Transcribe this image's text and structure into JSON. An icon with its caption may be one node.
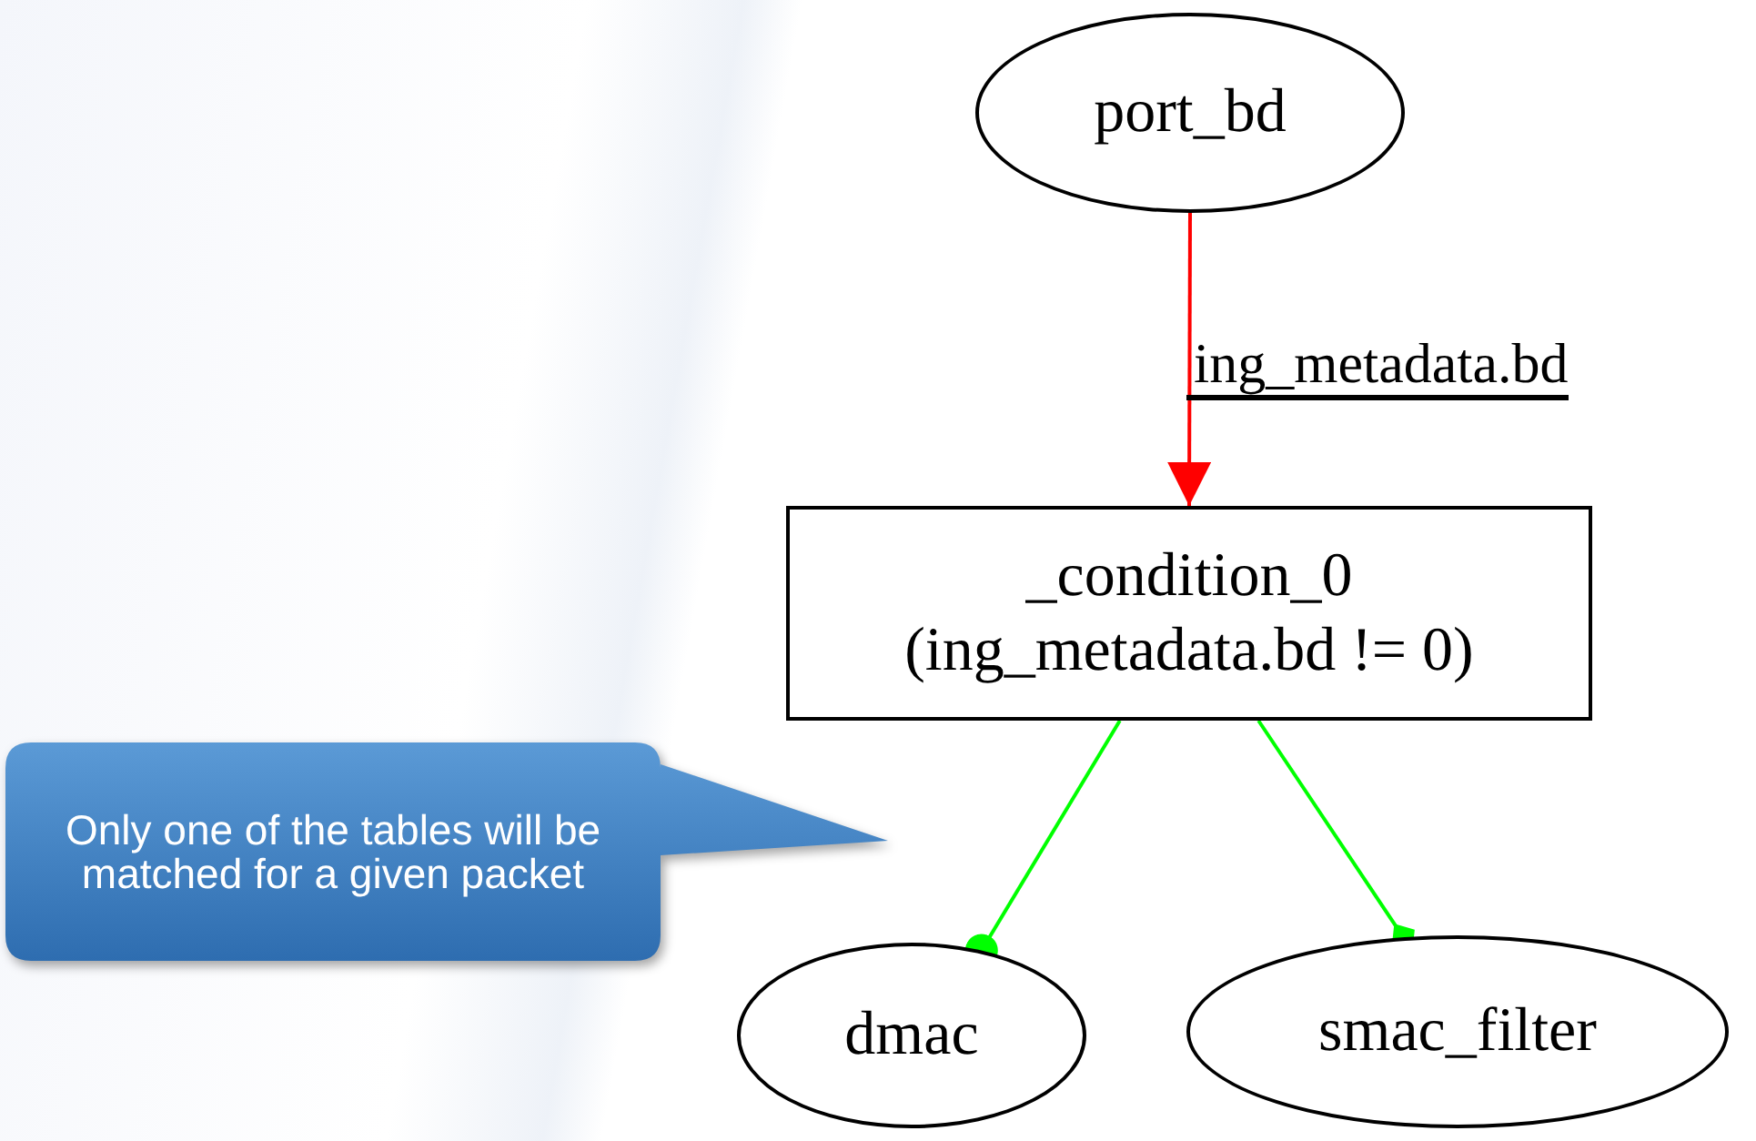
{
  "diagram": {
    "nodes": [
      {
        "text": [
          "port_bd"
        ]
      },
      {
        "text": [
          "_condition_0",
          "(ing_metadata.bd != 0)"
        ]
      },
      {
        "text": [
          "dmac"
        ]
      },
      {
        "text": [
          "smac_filter"
        ]
      },
      {
        "text": [
          "Only one of the tables will be matched for a given packet"
        ]
      }
    ],
    "edges": [
      {
        "from": 0,
        "to": 1,
        "arrow": "to",
        "label": "ing_metadata.bd",
        "color": "#ff0000"
      },
      {
        "from": 1,
        "to": 2,
        "arrow": "other",
        "color": "#00ff00"
      },
      {
        "from": 1,
        "to": 3,
        "arrow": "other",
        "color": "#00ff00"
      }
    ]
  }
}
